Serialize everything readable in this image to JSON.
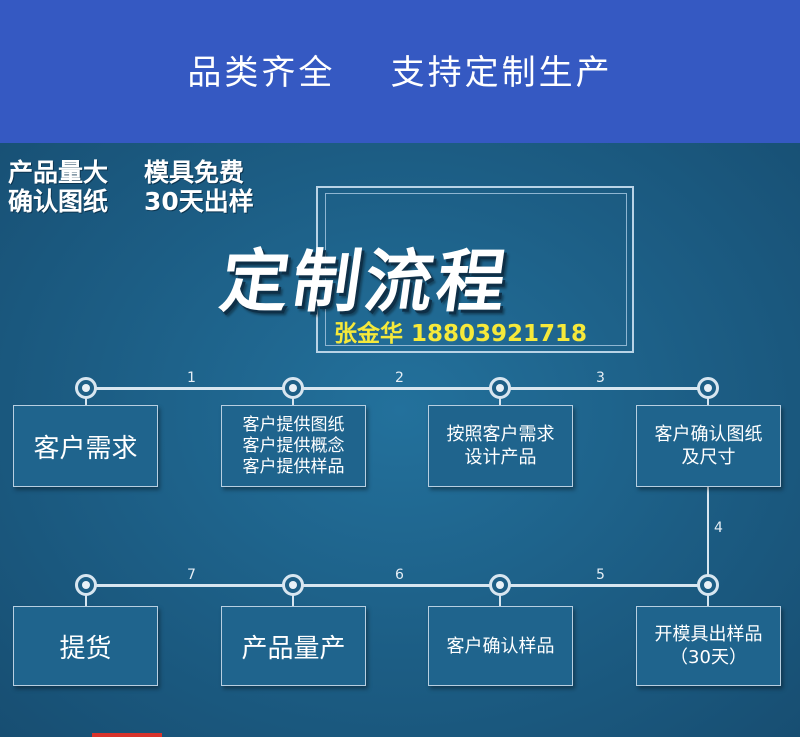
{
  "banner": {
    "title": "品类齐全    支持定制生产"
  },
  "slogans": [
    "产品量大",
    "确认图纸",
    "模具免费",
    "30天出样"
  ],
  "main_title": "定制流程",
  "contact": "张金华 18803921718",
  "steps": [
    "1",
    "2",
    "3",
    "4",
    "5",
    "6",
    "7"
  ],
  "boxes": {
    "customer_demand": [
      "客户需求"
    ],
    "customer_provides": [
      "客户提供图纸",
      "客户提供概念",
      "客户提供样品"
    ],
    "design_product": [
      "按照客户需求",
      "设计产品"
    ],
    "confirm_drawing": [
      "客户确认图纸",
      "及尺寸"
    ],
    "open_mold": [
      "开模具出样品",
      "（30天）"
    ],
    "confirm_sample": [
      "客户确认样品"
    ],
    "mass_production": [
      "产品量产"
    ],
    "delivery": [
      "提货"
    ]
  },
  "colors": {
    "banner": "#3559c2",
    "panel": "#1e5f86",
    "contact": "#f6e93a"
  }
}
